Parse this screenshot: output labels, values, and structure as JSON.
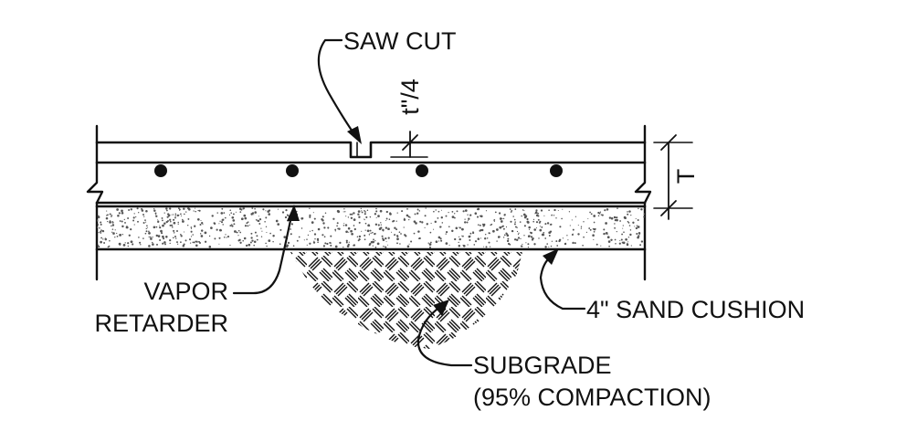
{
  "labels": {
    "saw_cut": "SAW CUT",
    "depth": "t\"/4",
    "thickness": "T",
    "vapor_retarder_line1": "VAPOR",
    "vapor_retarder_line2": "RETARDER",
    "sand_cushion": "4\" SAND CUSHION",
    "subgrade_line1": "SUBGRADE",
    "subgrade_line2": "(95% COMPACTION)"
  },
  "icons": {
    "rebar": "rebar-dot-icon",
    "break": "break-line-icon",
    "arrow": "leader-arrow-icon"
  },
  "colors": {
    "line": "#111111",
    "background": "#ffffff",
    "sand_speckle": "#555555"
  }
}
